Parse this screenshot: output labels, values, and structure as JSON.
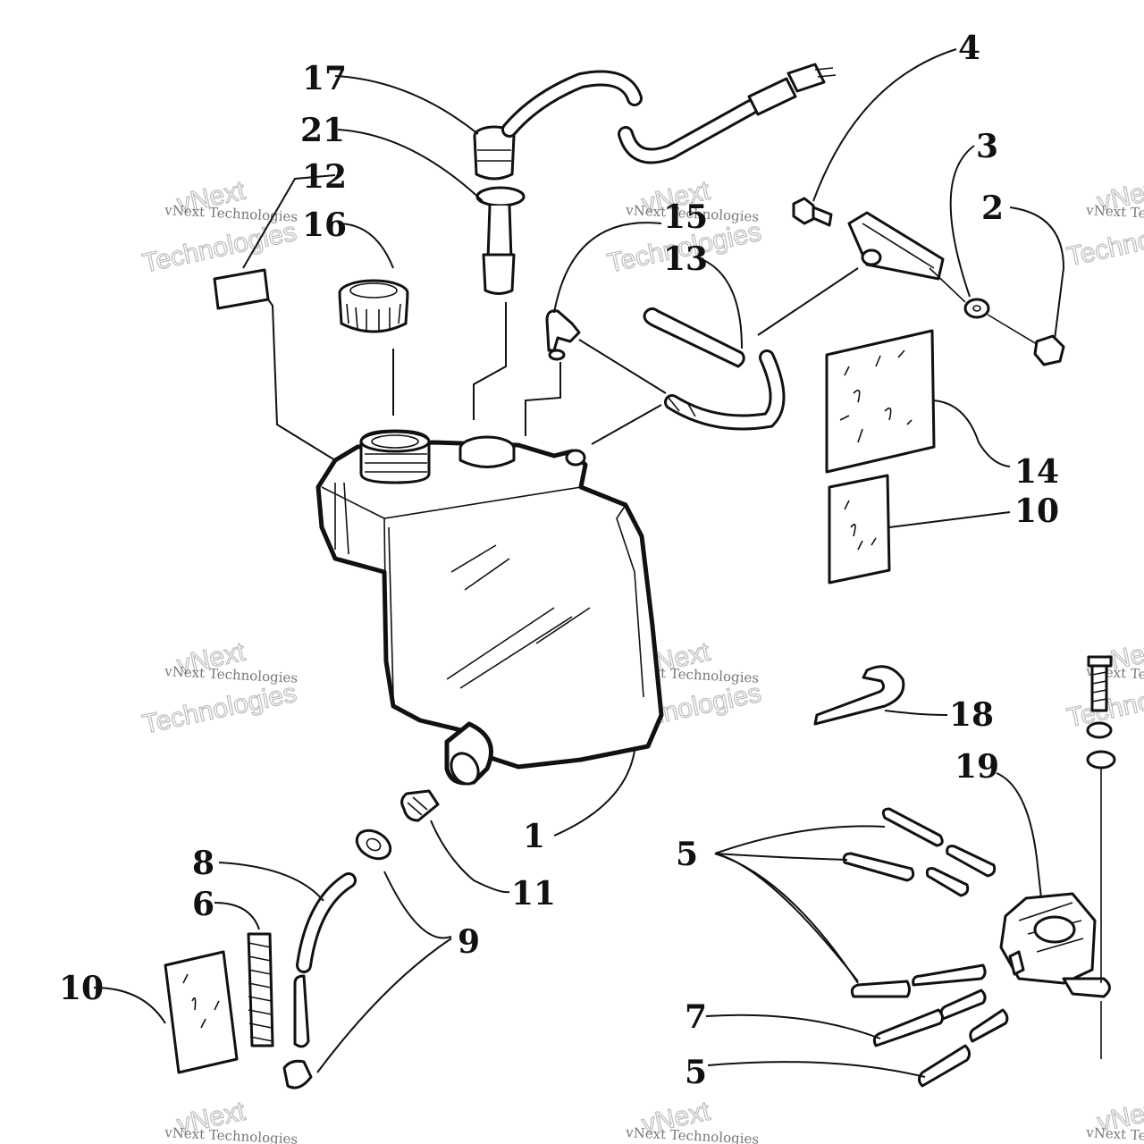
{
  "diagram": {
    "callouts": [
      {
        "id": "c17",
        "label": "17"
      },
      {
        "id": "c21",
        "label": "21"
      },
      {
        "id": "c12",
        "label": "12"
      },
      {
        "id": "c16",
        "label": "16"
      },
      {
        "id": "c15",
        "label": "15"
      },
      {
        "id": "c13",
        "label": "13"
      },
      {
        "id": "c4",
        "label": "4"
      },
      {
        "id": "c3",
        "label": "3"
      },
      {
        "id": "c2",
        "label": "2"
      },
      {
        "id": "c14",
        "label": "14"
      },
      {
        "id": "c10a",
        "label": "10"
      },
      {
        "id": "c18",
        "label": "18"
      },
      {
        "id": "c19",
        "label": "19"
      },
      {
        "id": "c1",
        "label": "1"
      },
      {
        "id": "c11",
        "label": "11"
      },
      {
        "id": "c8",
        "label": "8"
      },
      {
        "id": "c6",
        "label": "6"
      },
      {
        "id": "c9",
        "label": "9"
      },
      {
        "id": "c10b",
        "label": "10"
      },
      {
        "id": "c5a",
        "label": "5"
      },
      {
        "id": "c7",
        "label": "7"
      },
      {
        "id": "c5b",
        "label": "5"
      }
    ],
    "watermark": {
      "brand": "vNext",
      "company": "Technologies",
      "caption": "vNext Technologies"
    }
  }
}
